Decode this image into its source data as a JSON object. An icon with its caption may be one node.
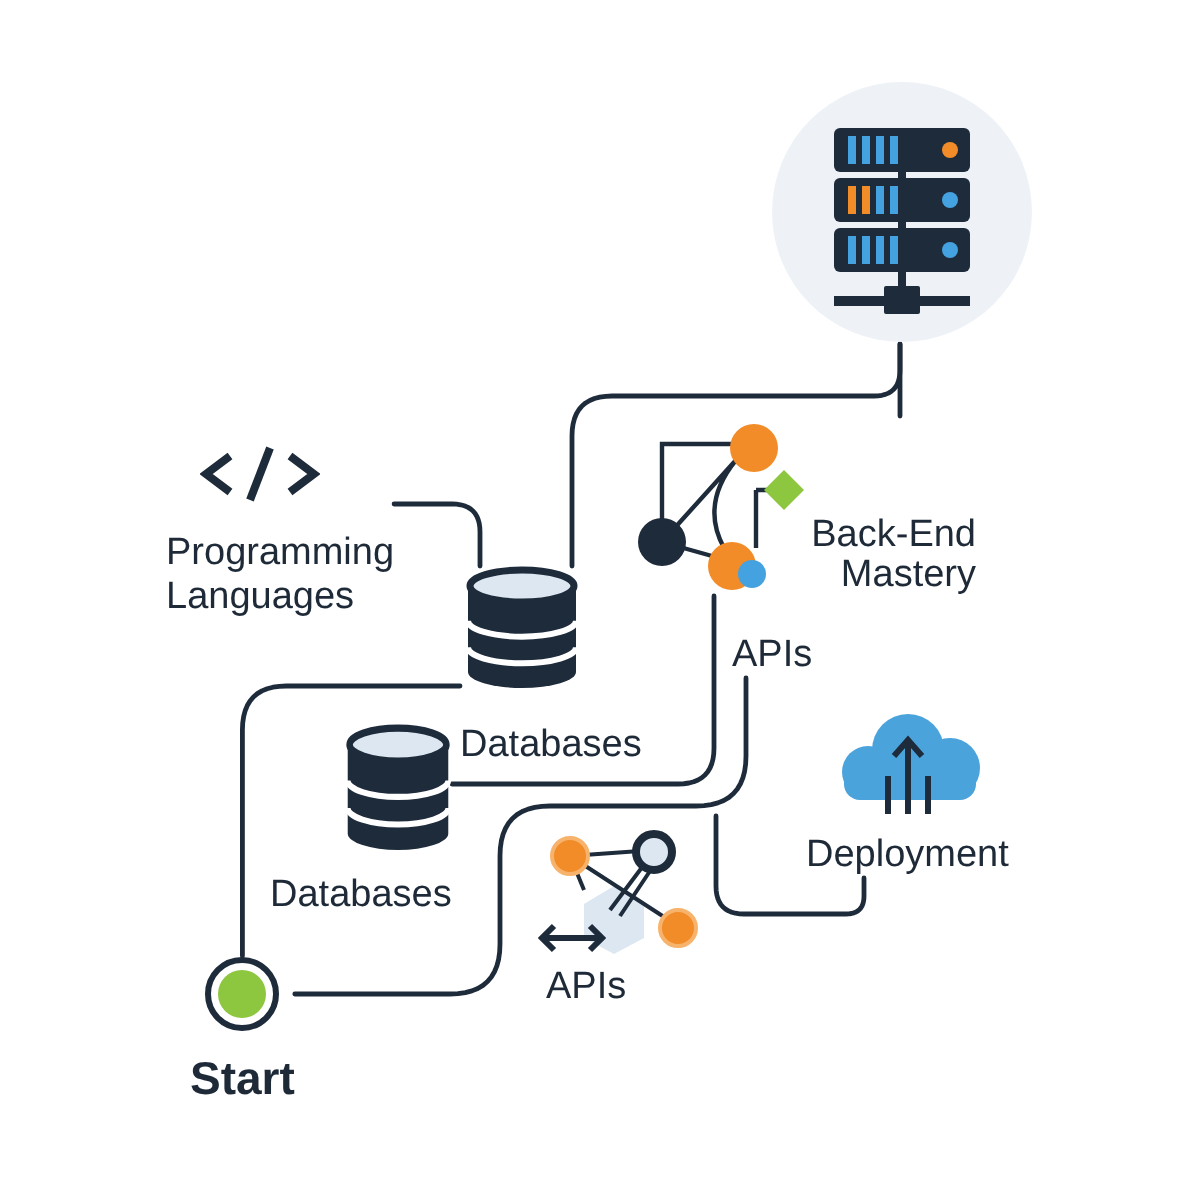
{
  "diagram": {
    "nodes": [
      {
        "text": [],
        "shape": "picture"
      },
      {
        "text": [
          "Programming Languages"
        ]
      },
      {
        "text": [
          "Back-End Mastery"
        ]
      },
      {
        "text": [
          "Databases"
        ]
      },
      {
        "text": [
          "APIs"
        ]
      },
      {
        "text": [
          "Databases"
        ]
      },
      {
        "text": [
          "Deployment"
        ]
      },
      {
        "text": [
          "APIs"
        ]
      },
      {
        "text": [
          "Start"
        ]
      }
    ],
    "edges": [
      {
        "from": 8,
        "to": 3,
        "arrow": "none"
      },
      {
        "from": 8,
        "to": 4,
        "arrow": "none"
      },
      {
        "from": 1,
        "to": 3,
        "arrow": "none"
      },
      {
        "from": 3,
        "to": 0,
        "arrow": "none"
      },
      {
        "from": 5,
        "to": 2,
        "arrow": "none"
      },
      {
        "from": 2,
        "to": 0,
        "arrow": "none"
      },
      {
        "from": null,
        "to": 6,
        "arrow": "none"
      }
    ]
  }
}
